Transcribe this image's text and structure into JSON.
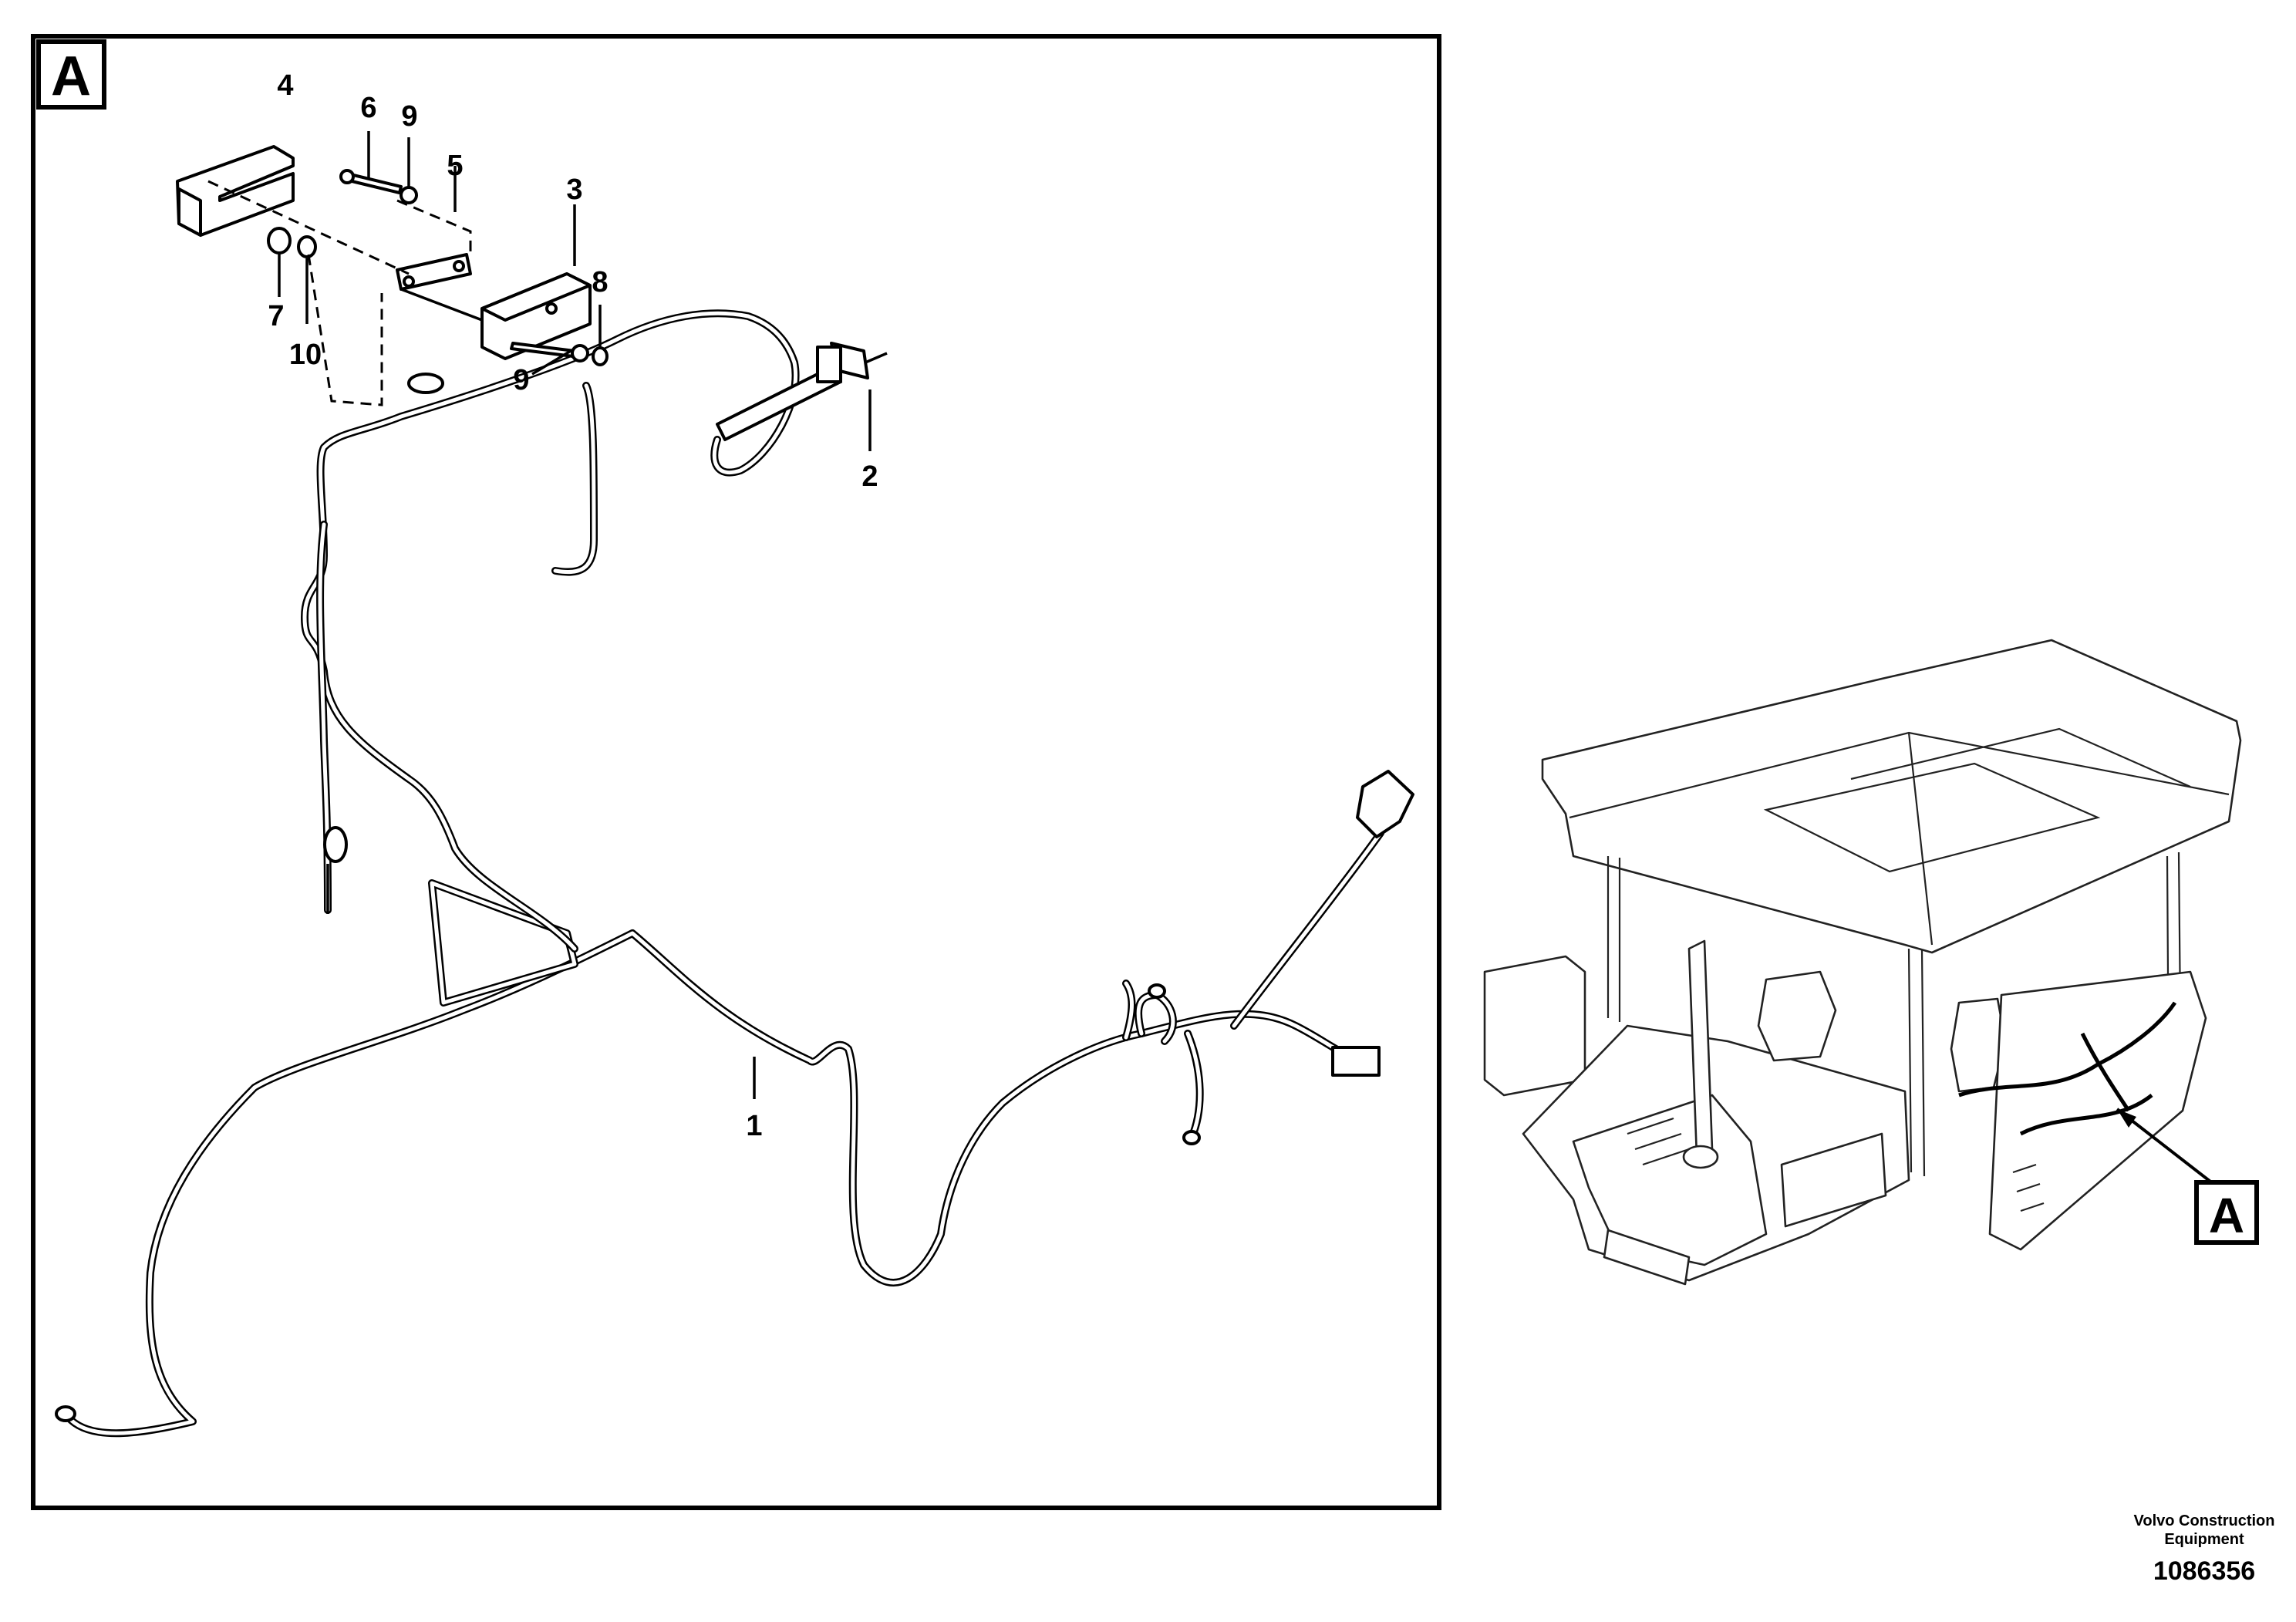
{
  "detail_view": {
    "label": "A",
    "callouts": [
      "1",
      "2",
      "3",
      "4",
      "5",
      "6",
      "7",
      "8",
      "9",
      "9",
      "10"
    ]
  },
  "overview": {
    "label": "A"
  },
  "footer": {
    "company_line1": "Volvo Construction",
    "company_line2": "Equipment",
    "drawing_number": "1086356"
  }
}
